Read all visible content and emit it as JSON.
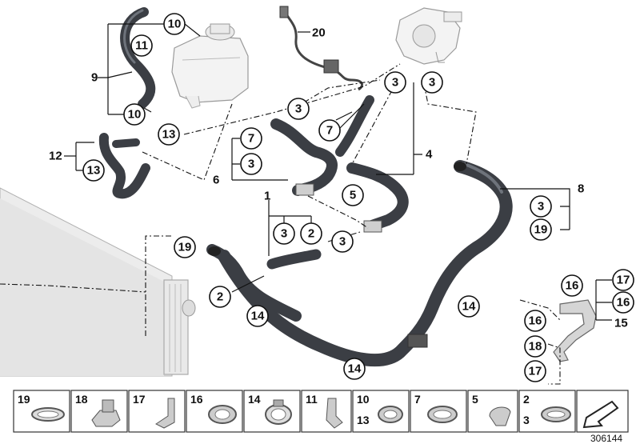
{
  "callouts": {
    "c10_top": "10",
    "c11": "11",
    "c10_bottom": "10",
    "c13_a": "13",
    "c13_b": "13",
    "c20": "20",
    "c3_tank": "3",
    "c3_pump_a": "3",
    "c3_pump_b": "3",
    "c7_a": "7",
    "c7_b": "7",
    "c3_group6": "3",
    "c5": "5",
    "c3_g1_a": "3",
    "c2_g1": "2",
    "c3_g1_b": "3",
    "c19_left": "19",
    "c2_left": "2",
    "c14_a": "14",
    "c14_b": "14",
    "c14_c": "14",
    "c3_g8": "3",
    "c19_g8": "19",
    "c16_a": "16",
    "c17_a": "17",
    "c16_b": "16",
    "c16_c": "16",
    "c18": "18",
    "c17_b": "17"
  },
  "groups": {
    "g9": "9",
    "g12": "12",
    "g20_lead": "20",
    "g6": "6",
    "g4": "4",
    "g1": "1",
    "g8": "8",
    "g15": "15"
  },
  "legend": {
    "items": [
      {
        "label": "19",
        "icon": "hose-clamp-icon"
      },
      {
        "label": "18",
        "icon": "nut-icon"
      },
      {
        "label": "17",
        "icon": "bracket-clip-icon"
      },
      {
        "label": "16",
        "icon": "spring-clamp-icon"
      },
      {
        "label": "14",
        "icon": "hose-clamp-icon"
      },
      {
        "label": "11",
        "icon": "clip-icon"
      },
      {
        "label": "10",
        "label2": "13",
        "icon": "hose-clamp-icon"
      },
      {
        "label": "7",
        "icon": "hose-clamp-icon"
      },
      {
        "label": "5",
        "icon": "clip-icon"
      },
      {
        "label": "2",
        "label2": "3",
        "icon": "hose-clamp-icon"
      }
    ]
  },
  "reference_number": "306144"
}
